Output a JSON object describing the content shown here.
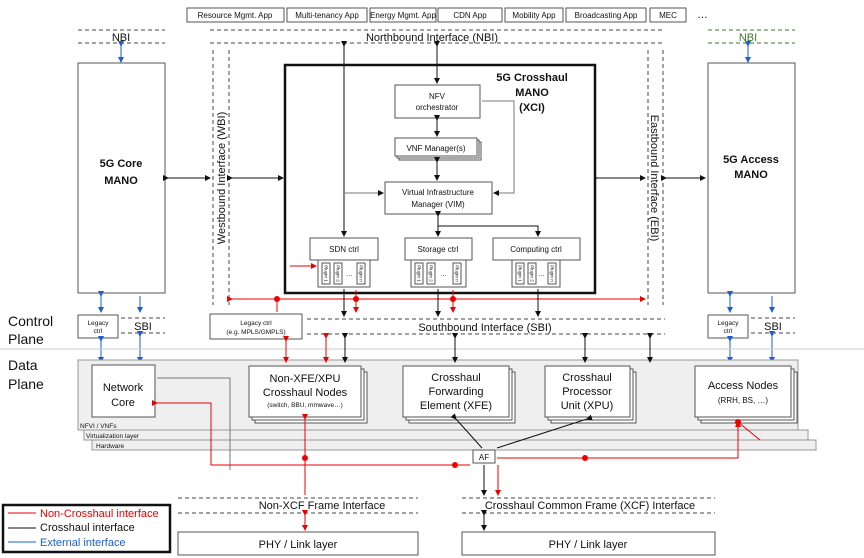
{
  "apps": [
    "Resource Mgmt. App",
    "Multi-tenancy App",
    "Energy Mgmt. App",
    "CDN App",
    "Mobility App",
    "Broadcasting App",
    "MEC",
    "…"
  ],
  "nbi_left": "NBI",
  "nbi_center": "Northbound Interface (NBI)",
  "nbi_right": "NBI",
  "core_mano": [
    "5G Core",
    "MANO"
  ],
  "access_mano": [
    "5G Access",
    "MANO"
  ],
  "wbi": "Westbound Interface (WBI)",
  "ebi": "Eastbound Interface (EBI)",
  "xci_title": [
    "5G Crosshaul",
    "MANO",
    "(XCI)"
  ],
  "nfvo": [
    "NFV",
    "orchestrator"
  ],
  "vnfm": "VNF Manager(s)",
  "vim": [
    "Virtual Infrastructure",
    "Manager (VIM)"
  ],
  "controllers": [
    "SDN ctrl",
    "Storage ctrl",
    "Computing ctrl"
  ],
  "plugins": [
    "Plugin 1",
    "Plugin 2",
    "…",
    "Plugin n"
  ],
  "legacy_left": [
    "Legacy",
    "ctrl"
  ],
  "sbi_left": "SBI",
  "legacy_mid": [
    "Legacy ctrl",
    "(e.g. MPLS/GMPLS)"
  ],
  "sbi_center": "Southbound Interface (SBI)",
  "legacy_right": [
    "Legacy",
    "ctrl"
  ],
  "sbi_right": "SBI",
  "control_plane": [
    "Control",
    "Plane"
  ],
  "data_plane": [
    "Data",
    "Plane"
  ],
  "network_core": [
    "Network",
    "Core"
  ],
  "non_xfe": [
    "Non-XFE/XPU",
    "Crosshaul Nodes",
    "(switch, BBU, mmwave…)"
  ],
  "xfe": [
    "Crosshaul",
    "Forwarding",
    "Element (XFE)"
  ],
  "xpu": [
    "Crosshaul",
    "Processor",
    "Unit (XPU)"
  ],
  "access_nodes": [
    "Access Nodes",
    "(RRH, BS, …)"
  ],
  "layers": [
    "NFVI / VNFs",
    "Virtualization layer",
    "Hardware"
  ],
  "af": "AF",
  "non_xcf": "Non-XCF Frame Interface",
  "xcf": "Crosshaul Common Frame (XCF) Interface",
  "phy": "PHY / Link layer",
  "legend": [
    {
      "label": "Non-Crosshaul interface",
      "color": "#e00000"
    },
    {
      "label": "Crosshaul interface",
      "color": "#111111"
    },
    {
      "label": "External interface",
      "color": "#1a5fd0"
    }
  ],
  "colors": {
    "nbi_right": "#3a7a2a",
    "data_plane_bg": "#efefef"
  }
}
